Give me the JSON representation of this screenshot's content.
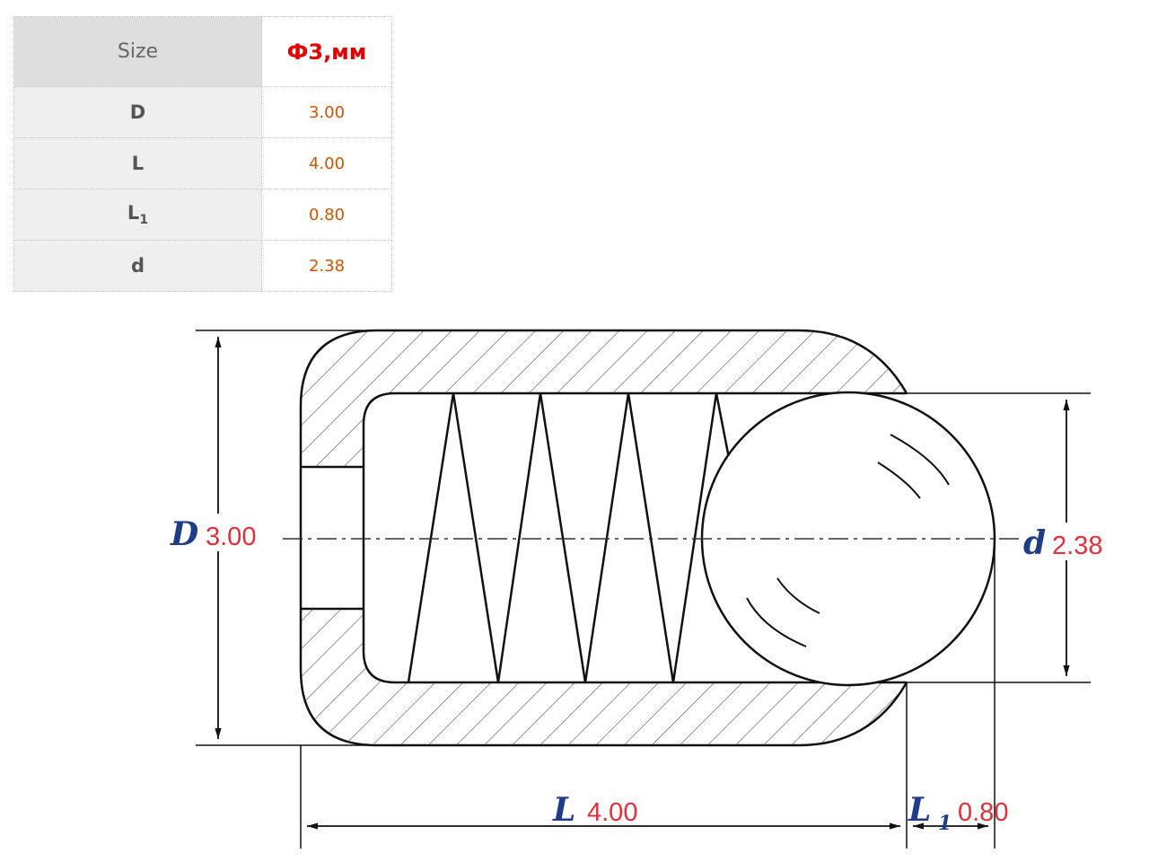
{
  "table": {
    "header": {
      "label": "Size",
      "value": "Ф3,мм"
    },
    "rows": [
      {
        "key": "D",
        "sub": "",
        "value": "3.00"
      },
      {
        "key": "L",
        "sub": "",
        "value": "4.00"
      },
      {
        "key": "L",
        "sub": "1",
        "value": "0.80"
      },
      {
        "key": "d",
        "sub": "",
        "value": "2.38"
      }
    ]
  },
  "drawing": {
    "D": {
      "symbol": "D",
      "value": "3.00"
    },
    "d": {
      "symbol": "d",
      "value": "2.38"
    },
    "L": {
      "symbol": "L",
      "value": "4.00"
    },
    "L1": {
      "symbol": "L",
      "sub": "1",
      "value": "0.80"
    }
  },
  "colors": {
    "symbol": "#1f3c88",
    "value": "#e0303a",
    "table_value": "#d35400",
    "table_header_value": "#e60000",
    "line": "#111111"
  }
}
